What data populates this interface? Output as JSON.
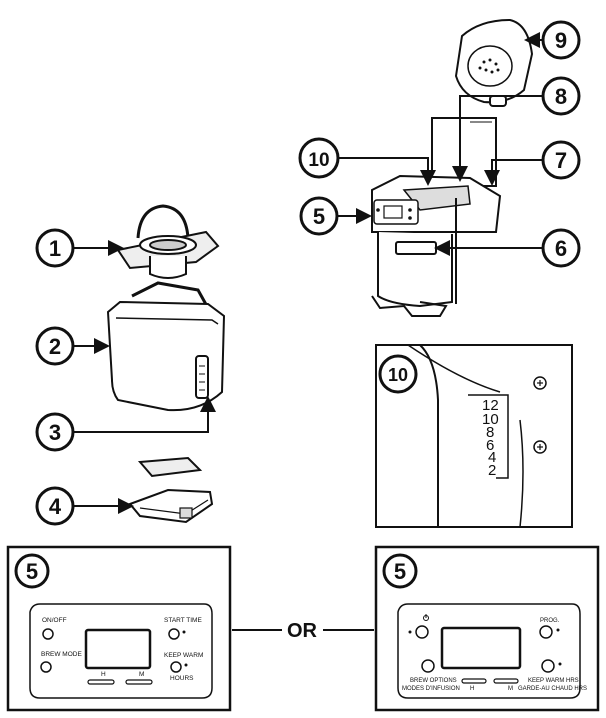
{
  "callouts": {
    "c1": "1",
    "c2": "2",
    "c3": "3",
    "c4": "4",
    "c5a": "5",
    "c6": "6",
    "c7": "7",
    "c8": "8",
    "c9": "9",
    "c10a": "10",
    "c10b": "10",
    "c5b": "5",
    "c5c": "5"
  },
  "water_scale": {
    "s12": "12",
    "s10": "10",
    "s8": "8",
    "s6": "6",
    "s4": "4",
    "s2": "2"
  },
  "panel_left": {
    "on_off": "ON/OFF",
    "start_time": "START TIME",
    "brew_mode": "BREW MODE",
    "keep_warm": "KEEP WARM",
    "hours": "HOURS",
    "h": "H",
    "m": "M"
  },
  "or_label": "OR",
  "panel_right": {
    "prog": "PROG.",
    "brew_options": "BREW OPTIONS",
    "modes_infusion": "MODES D'INFUSION",
    "keep_warm_hrs": "KEEP WARM HRS",
    "garde_au_chaud": "GARDE-AU CHAUD HRS",
    "h": "H",
    "m": "M"
  }
}
